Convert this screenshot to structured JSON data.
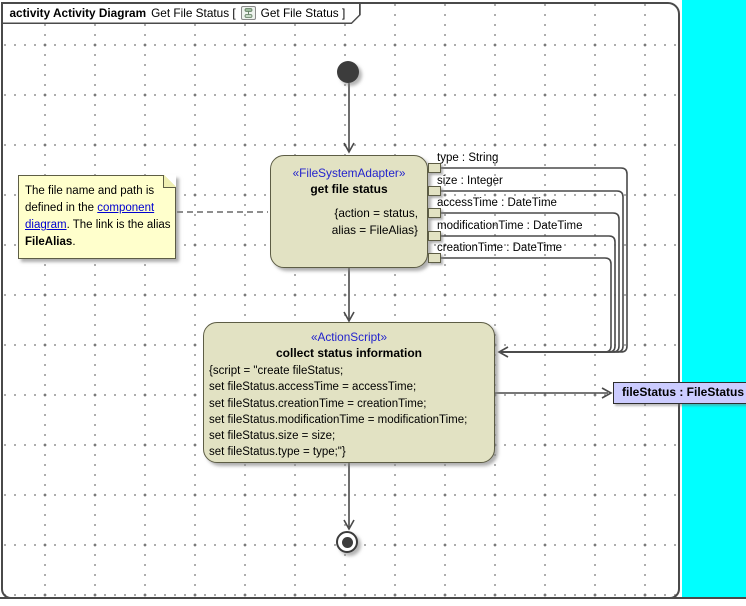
{
  "tab": {
    "kind_label": "activity Activity Diagram",
    "name_left": "Get File Status [",
    "icon": "activity-diagram-icon",
    "name_right": "Get File Status ]"
  },
  "action_get_file_status": {
    "stereotype": "«FileSystemAdapter»",
    "name": "get file status",
    "tagged_values": [
      "{action = status,",
      "alias = FileAlias}"
    ]
  },
  "pins": [
    {
      "label": "type : String"
    },
    {
      "label": "size : Integer"
    },
    {
      "label": "accessTime : DateTime"
    },
    {
      "label": "modificationTime : DateTime"
    },
    {
      "label": "creationTime : DateTime"
    }
  ],
  "action_collect": {
    "stereotype": "«ActionScript»",
    "name": "collect status information",
    "script": [
      "{script = \"create fileStatus;",
      "set fileStatus.accessTime = accessTime;",
      "set fileStatus.creationTime = creationTime;",
      "set fileStatus.modificationTime = modificationTime;",
      "set fileStatus.size = size;",
      "set fileStatus.type = type;\"}"
    ]
  },
  "note": {
    "text_before": "The file name and path is defined in the ",
    "link_text": "component diagram",
    "text_after_link": ". The link is the alias ",
    "bold_text": "FileAlias",
    "text_end": "."
  },
  "object_node": {
    "label": "fileStatus : FileStatus"
  },
  "colors": {
    "node_fill": "#e2e2c3",
    "node_border": "#5d5d45",
    "note_fill": "#ffffcc",
    "object_fill": "#ccccff",
    "outside_canvas": "#00ffff",
    "stereotype_text": "#2323cd",
    "link_text": "#0000d0",
    "edge": "#4a4a4a"
  }
}
